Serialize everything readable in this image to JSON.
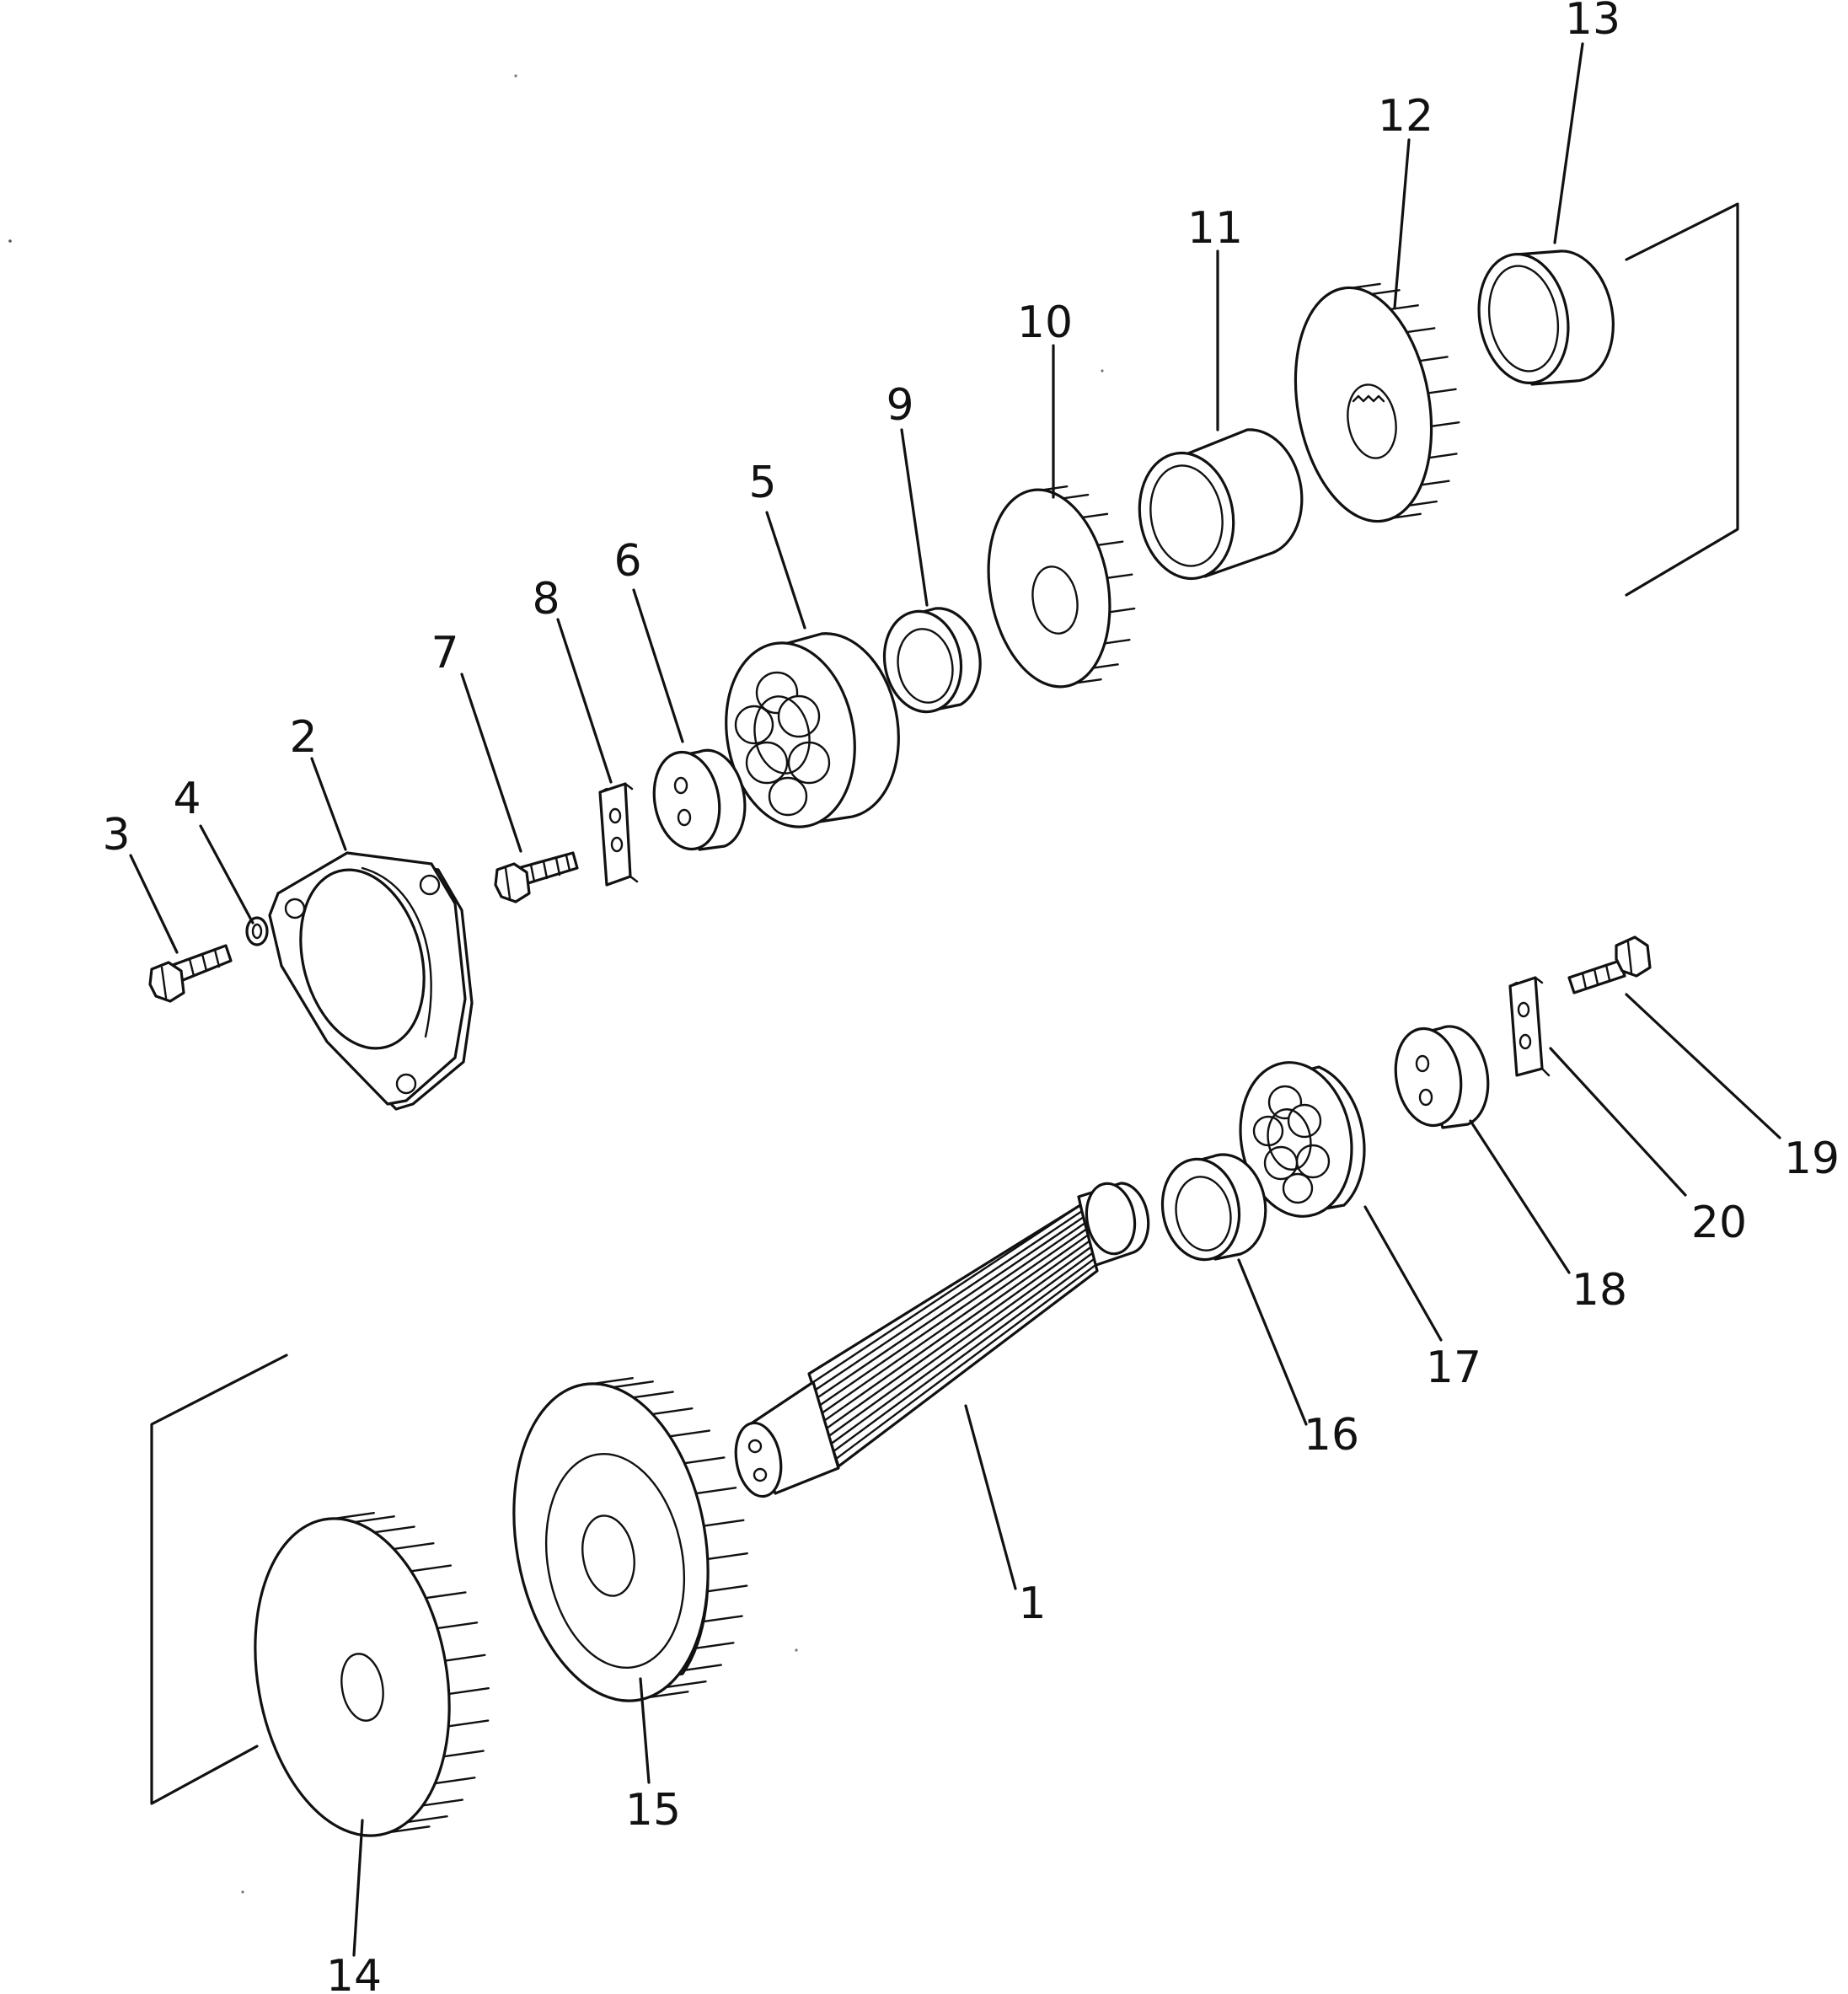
{
  "diagram": {
    "callouts": [
      "1",
      "2",
      "3",
      "4",
      "5",
      "6",
      "7",
      "8",
      "9",
      "10",
      "11",
      "12",
      "13",
      "14",
      "15",
      "16",
      "17",
      "18",
      "19",
      "20"
    ],
    "parts": [
      {
        "label": "1",
        "icon": "splined-shaft-icon"
      },
      {
        "label": "2",
        "icon": "bearing-cage-icon"
      },
      {
        "label": "3",
        "icon": "bolt-icon"
      },
      {
        "label": "4",
        "icon": "lock-washer-icon"
      },
      {
        "label": "5",
        "icon": "ball-bearing-icon"
      },
      {
        "label": "6",
        "icon": "retainer-plate-icon"
      },
      {
        "label": "7",
        "icon": "bolt-icon"
      },
      {
        "label": "8",
        "icon": "lock-plate-icon"
      },
      {
        "label": "9",
        "icon": "seal-ring-icon"
      },
      {
        "label": "10",
        "icon": "gear-icon"
      },
      {
        "label": "11",
        "icon": "spacer-sleeve-icon"
      },
      {
        "label": "12",
        "icon": "gear-icon"
      },
      {
        "label": "13",
        "icon": "spacer-sleeve-icon"
      },
      {
        "label": "14",
        "icon": "gear-icon"
      },
      {
        "label": "15",
        "icon": "gear-icon"
      },
      {
        "label": "16",
        "icon": "seal-ring-icon"
      },
      {
        "label": "17",
        "icon": "ball-bearing-icon"
      },
      {
        "label": "18",
        "icon": "retainer-plate-icon"
      },
      {
        "label": "19",
        "icon": "bolt-icon"
      },
      {
        "label": "20",
        "icon": "lock-plate-icon"
      }
    ]
  }
}
